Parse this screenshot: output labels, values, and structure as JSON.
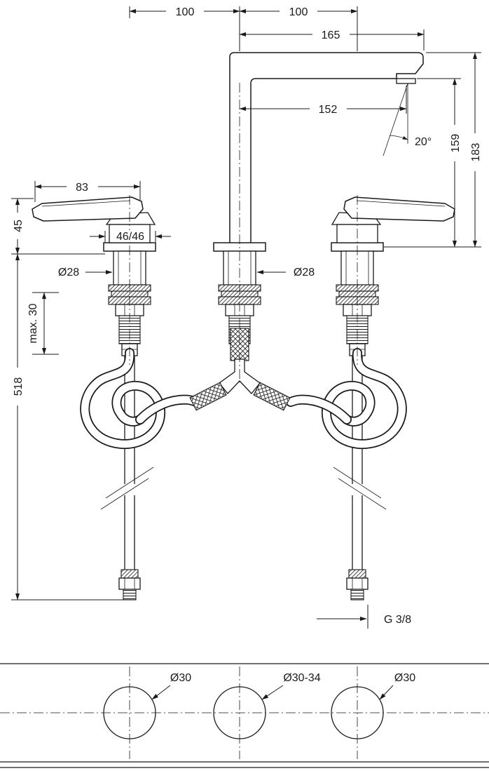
{
  "page": {
    "background": "#ffffff",
    "line_color": "#1a1a1a"
  },
  "drawing": {
    "type": "technical-installation-diagram",
    "subject": "3-hole widespread basin mixer faucet, front elevation with drilling template",
    "dims": {
      "spacing_left": "100",
      "spacing_right": "100",
      "reach_total": "165",
      "reach_outlet": "152",
      "spray_angle": "20°",
      "height_outlet": "159",
      "height_total": "183",
      "handle_length": "83",
      "handle_height": "45",
      "handle_width": "46/46",
      "dia_left": "Ø28",
      "dia_center": "Ø28",
      "max_thickness": "max. 30",
      "hose_length": "518",
      "thread": "G 3/8",
      "hole_left": "Ø30",
      "hole_center": "Ø30-34",
      "hole_right": "Ø30"
    }
  }
}
